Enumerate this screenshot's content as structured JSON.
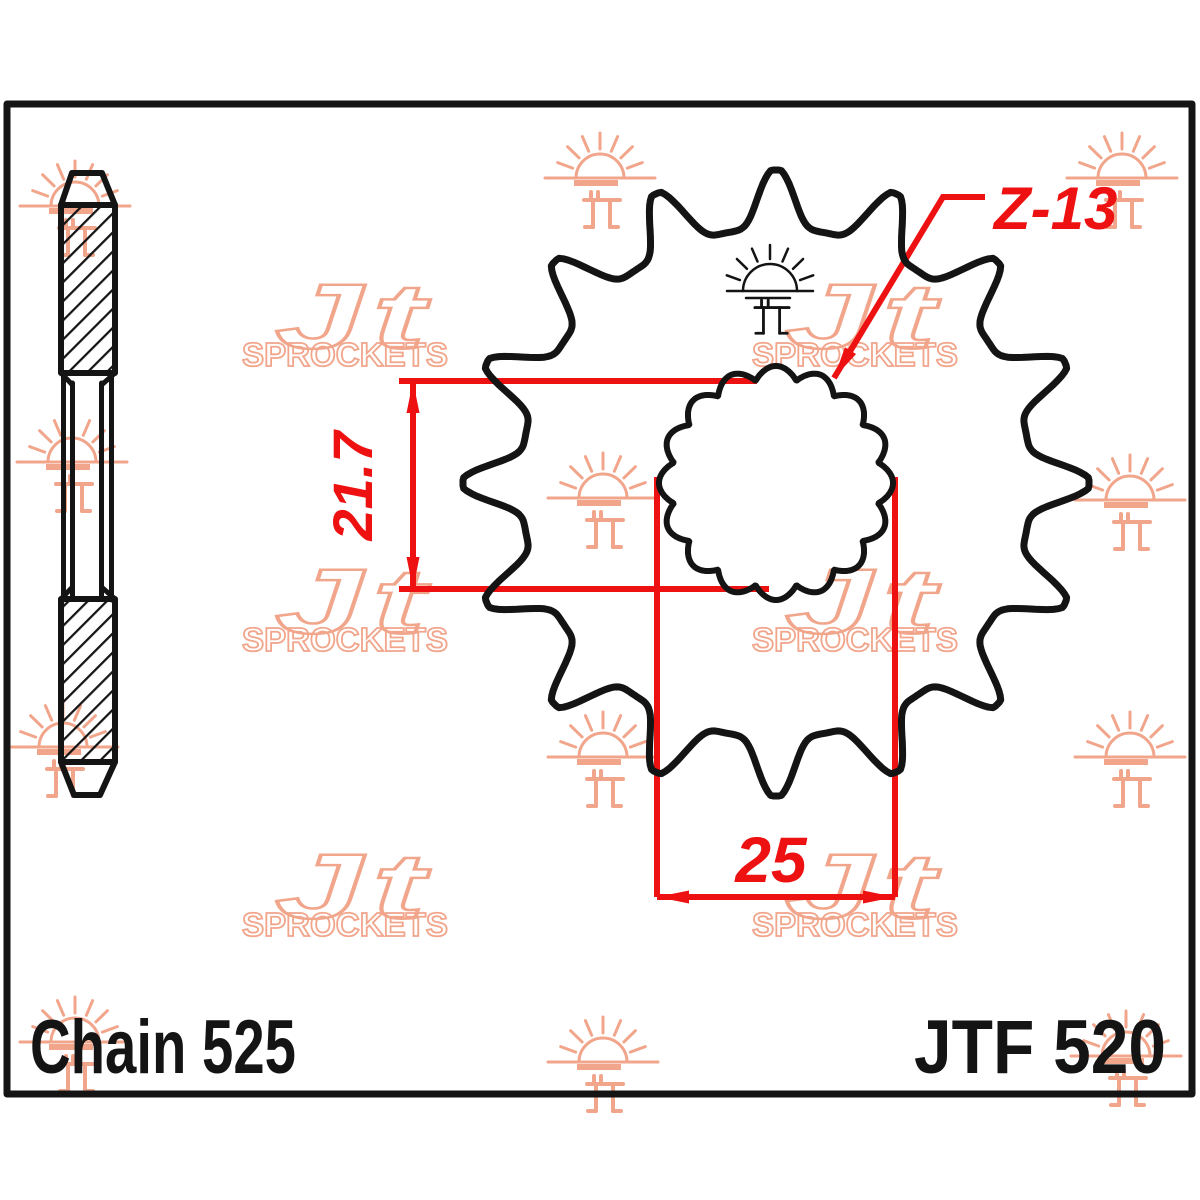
{
  "drawing": {
    "part_number": "JTF 520",
    "chain_label": "Chain 525",
    "teeth_callout": "Z-13",
    "dim_vertical": "21.7",
    "dim_horizontal": "25"
  },
  "watermark": {
    "logo_text": "Jt",
    "logo_subtext": "SPROCKETS"
  },
  "colors": {
    "dimension_red": "#ee1111",
    "linework_black": "#141414",
    "watermark_salmon": "#f1a58b",
    "background": "#ffffff"
  }
}
